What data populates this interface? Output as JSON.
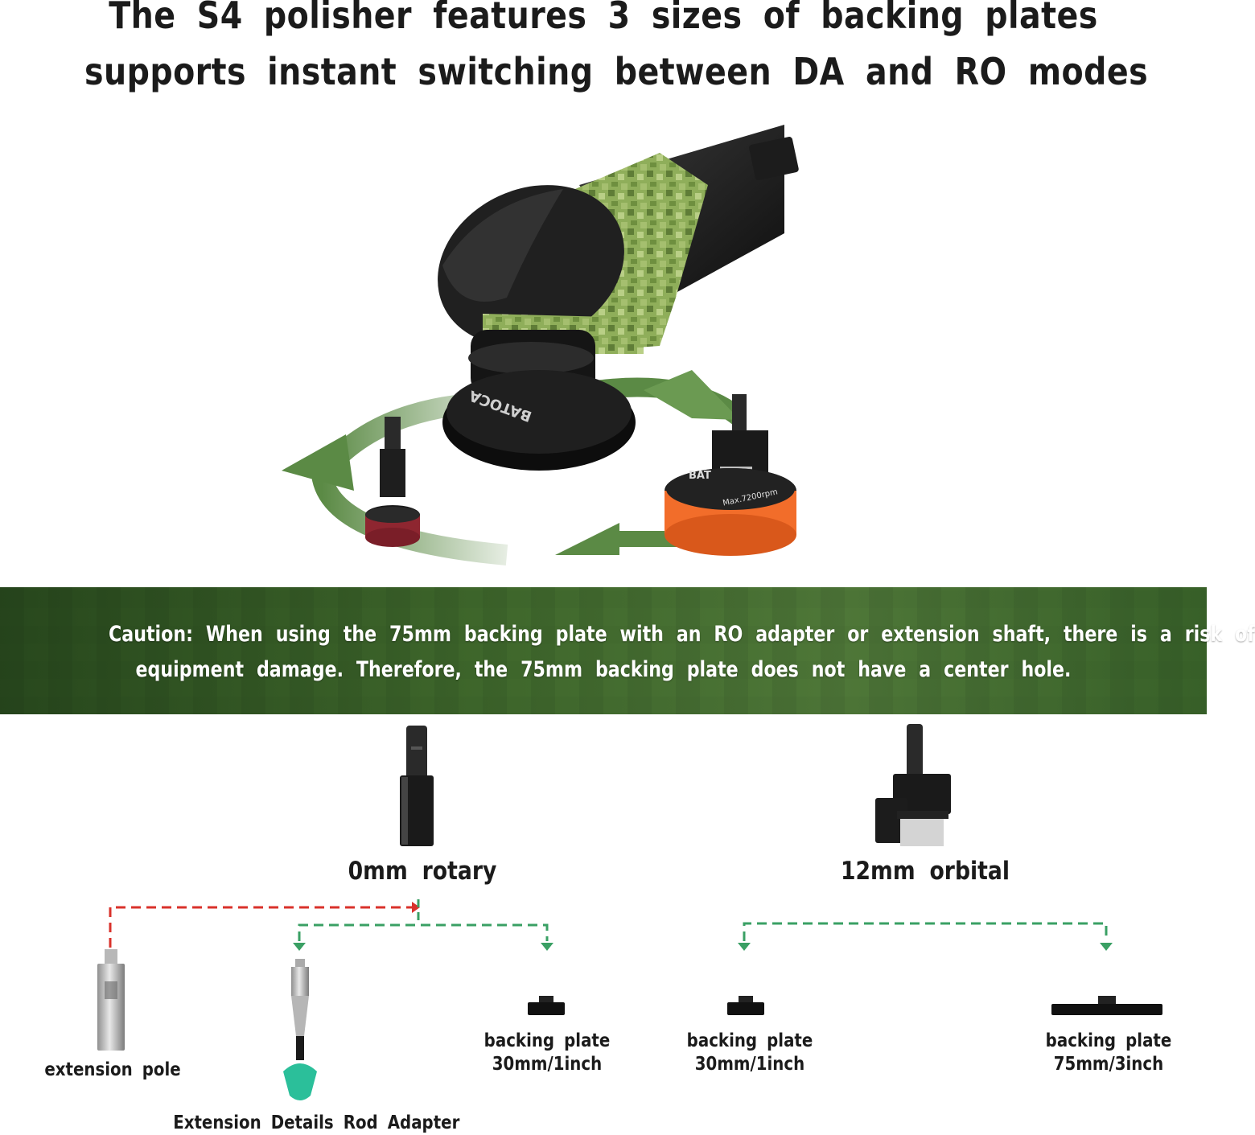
{
  "headline": {
    "line1": "The S4 polisher features 3 sizes of backing plates",
    "line2": "supports instant switching between DA and RO modes"
  },
  "caution": {
    "line1": "Caution: When using the 75mm backing plate with an RO adapter or extension shaft, there is a risk of",
    "line2": "equipment damage. Therefore, the 75mm backing plate does not have a center hole."
  },
  "hero": {
    "brand_text": "BATOCA",
    "pad_text": "Max.7200rpm",
    "pad_brand": "BAT"
  },
  "modes": {
    "rotary": "0mm rotary",
    "orbital": "12mm orbital"
  },
  "accessories": {
    "extension_pole": "extension pole",
    "extension_rod": "Extension Details Rod Adapter",
    "plate_30_rotary_l1": "backing plate",
    "plate_30_rotary_l2": "30mm/1inch",
    "plate_30_orbital_l1": "backing plate",
    "plate_30_orbital_l2": "30mm/1inch",
    "plate_75_l1": "backing plate",
    "plate_75_l2": "75mm/3inch"
  },
  "colors": {
    "arrow_green": "#5b8a45",
    "dashed_red": "#d9312b",
    "dashed_green": "#3aa064",
    "pad_orange": "#f26d2a",
    "pad_red": "#8e2630",
    "teal_cone": "#2bbf9a"
  }
}
